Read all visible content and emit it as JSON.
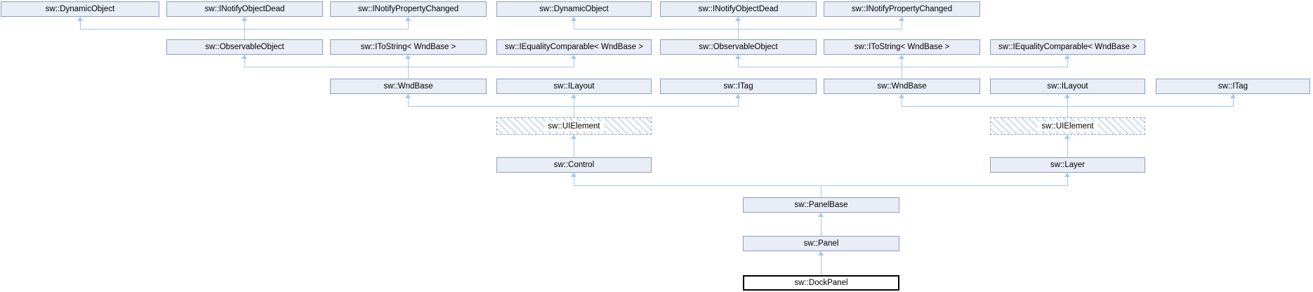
{
  "diagram": {
    "type": "class-inheritance-graph",
    "highlighted_class": "sw::DockPanel",
    "colors": {
      "node_fill": "#e8edf6",
      "node_border": "#929dc1",
      "edge": "#a5c9e6",
      "highlight_fill": "#ffffff",
      "highlight_border": "#000000",
      "hatch_stripe": "#dde4f2",
      "background": "#ffffff"
    },
    "nodes": {
      "dynamic_object_l": "sw::DynamicObject",
      "inotify_object_dead_l": "sw::INotifyObjectDead",
      "inotify_property_changed_l": "sw::INotifyPropertyChanged",
      "dynamic_object_r": "sw::DynamicObject",
      "inotify_object_dead_r": "sw::INotifyObjectDead",
      "inotify_property_changed_r": "sw::INotifyPropertyChanged",
      "observable_object_l": "sw::ObservableObject",
      "itostring_l": "sw::IToString< WndBase >",
      "iequality_comparable_l": "sw::IEqualityComparable< WndBase >",
      "observable_object_r": "sw::ObservableObject",
      "itostring_r": "sw::IToString< WndBase >",
      "iequality_comparable_r": "sw::IEqualityComparable< WndBase >",
      "wndbase_l": "sw::WndBase",
      "ilayout_l": "sw::ILayout",
      "itag_l": "sw::ITag",
      "wndbase_r": "sw::WndBase",
      "ilayout_r": "sw::ILayout",
      "itag_r": "sw::ITag",
      "uielement_l": "sw::UIElement",
      "uielement_r": "sw::UIElement",
      "control": "sw::Control",
      "layer": "sw::Layer",
      "panel_base": "sw::PanelBase",
      "panel": "sw::Panel",
      "dock_panel": "sw::DockPanel"
    },
    "inheritance_edges": [
      {
        "child": "observable_object_l",
        "parents": [
          "dynamic_object_l",
          "inotify_object_dead_l",
          "inotify_property_changed_l"
        ]
      },
      {
        "child": "wndbase_l",
        "parents": [
          "observable_object_l",
          "itostring_l",
          "iequality_comparable_l"
        ]
      },
      {
        "child": "uielement_l",
        "parents": [
          "wndbase_l",
          "ilayout_l",
          "itag_l"
        ]
      },
      {
        "child": "control",
        "parents": [
          "uielement_l"
        ]
      },
      {
        "child": "observable_object_r",
        "parents": [
          "dynamic_object_r",
          "inotify_object_dead_r",
          "inotify_property_changed_r"
        ]
      },
      {
        "child": "wndbase_r",
        "parents": [
          "observable_object_r",
          "itostring_r",
          "iequality_comparable_r"
        ]
      },
      {
        "child": "uielement_r",
        "parents": [
          "wndbase_r",
          "ilayout_r",
          "itag_r"
        ]
      },
      {
        "child": "layer",
        "parents": [
          "uielement_r"
        ]
      },
      {
        "child": "panel_base",
        "parents": [
          "control",
          "layer"
        ]
      },
      {
        "child": "panel",
        "parents": [
          "panel_base"
        ]
      },
      {
        "child": "dock_panel",
        "parents": [
          "panel"
        ]
      }
    ]
  }
}
